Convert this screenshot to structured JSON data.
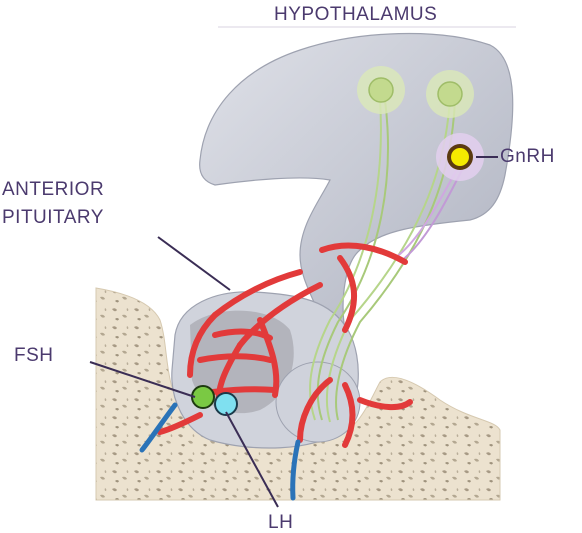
{
  "labels": {
    "hypothalamus": "HYPOTHALAMUS",
    "anterior_pituitary_line1": "ANTERIOR",
    "anterior_pituitary_line2": "PITUITARY",
    "gnrh": "GnRH",
    "fsh": "FSH",
    "lh": "LH"
  },
  "colors": {
    "label_text": "#4b3a6e",
    "leader_line": "#3a2d55",
    "bone": "#ede3d0",
    "bone_spot": "#a89c88",
    "hypothalamus_tissue": "#c9ccd6",
    "pituitary_tissue": "#d4d6de",
    "blood_vessel": "#e23a3a",
    "neuron_green": "#c8e0a0",
    "neuron_purple": "#d9bfe6",
    "gnrh_dot": "#f5ea00",
    "fsh_cell": "#7ac943",
    "lh_cell": "#7fe0f0",
    "nerve_blue": "#2a73b8"
  }
}
